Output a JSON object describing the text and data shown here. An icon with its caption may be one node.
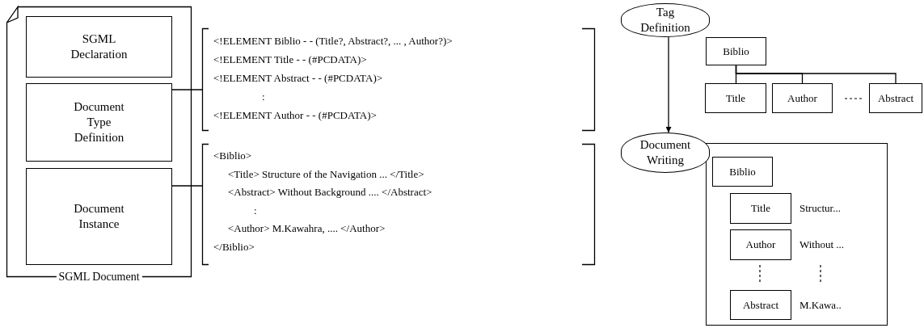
{
  "diagram": {
    "nodes": [
      {
        "text": [
          "SGML Document"
        ]
      },
      {
        "text": [
          "SGML Declaration"
        ],
        "in": 0
      },
      {
        "text": [
          "Document Type Definition"
        ],
        "in": 0
      },
      {
        "text": [
          "Document Instance"
        ],
        "in": 0
      },
      {
        "text": [
          "<!ELEMENT Biblio - - (Title?, Abstract?, ... , Author?)>",
          "<!ELEMENT Title - - (#PCDATA)>",
          "<!ELEMENT Abstract - - (#PCDATA)>",
          ":",
          "<!ELEMENT Author - - (#PCDATA)>"
        ]
      },
      {
        "text": [
          "<Biblio>",
          "<Title> Structure of the Navigation ... </Title>",
          "<Abstract> Without Background .... </Abstract>",
          ":",
          "<Author> M.Kawahra, .... </Author>",
          "</Biblio>"
        ]
      },
      {
        "text": [
          "Tag Definition"
        ]
      },
      {
        "text": [
          "Biblio"
        ]
      },
      {
        "text": [
          "Title"
        ]
      },
      {
        "text": [
          "Author"
        ]
      },
      {
        "text": [
          "Abstract"
        ]
      },
      {
        "text": [
          "Document Writing"
        ]
      },
      {
        "text": [],
        "shape": "box"
      },
      {
        "text": [
          "Biblio"
        ],
        "in": 12
      },
      {
        "text": [
          "Title"
        ],
        "in": 12,
        "beside": [
          "Structur..."
        ]
      },
      {
        "text": [
          "Author"
        ],
        "in": 12,
        "beside": [
          "Without ..."
        ]
      },
      {
        "text": [
          "Abstract"
        ],
        "in": 12,
        "beside": [
          "M.Kawa.."
        ]
      }
    ],
    "edges": [
      {
        "from": 2,
        "to": 4,
        "arrow": "none"
      },
      {
        "from": 3,
        "to": 5,
        "arrow": "none"
      },
      {
        "from": 6,
        "to": 11,
        "arrow": "to"
      },
      {
        "from": 7,
        "to": 8,
        "arrow": "none"
      },
      {
        "from": 7,
        "to": 9,
        "arrow": "none"
      },
      {
        "from": 7,
        "to": 10,
        "arrow": "none"
      }
    ]
  }
}
